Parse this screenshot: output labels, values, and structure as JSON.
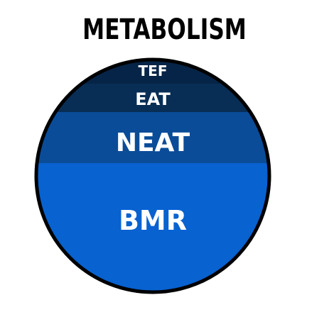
{
  "title": "METABOLISM",
  "layers": [
    {
      "label": "TEF",
      "color": "#062447"
    },
    {
      "label": "EAT",
      "color": "#082e55"
    },
    {
      "label": "NEAT",
      "color": "#0a4c98"
    },
    {
      "label": "BMR",
      "color": "#0862d0"
    }
  ],
  "outline_color": "#000000"
}
